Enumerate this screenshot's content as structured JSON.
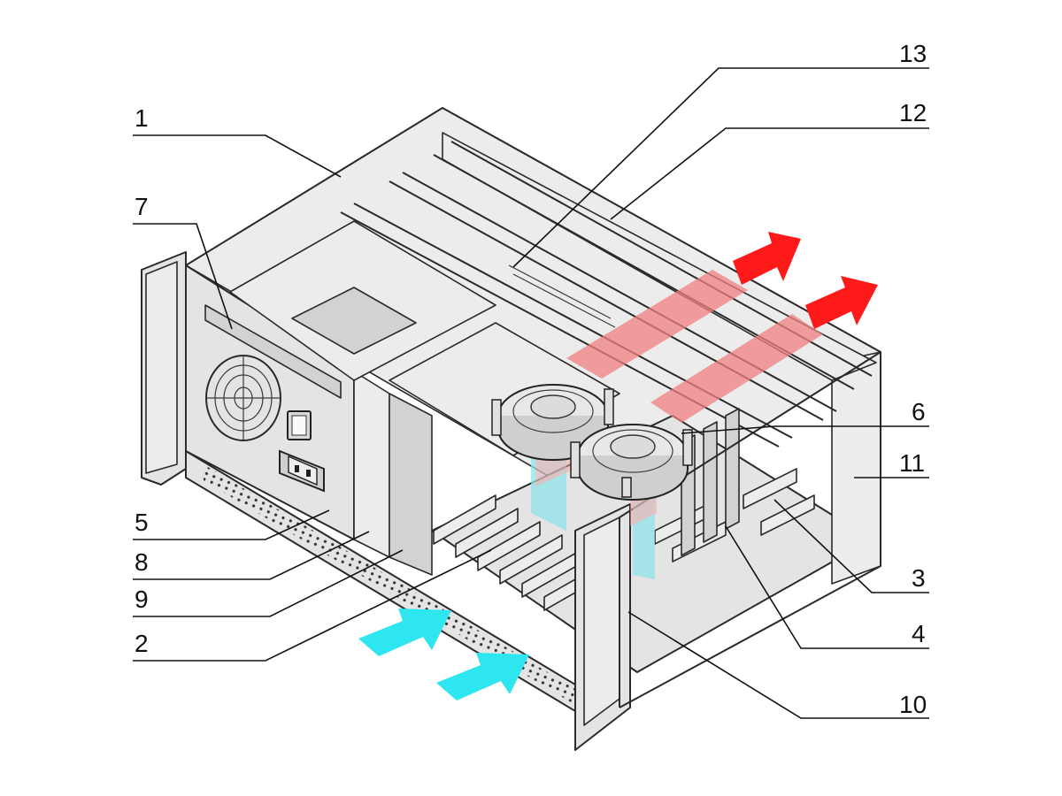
{
  "diagram": {
    "callouts": [
      {
        "id": "c1",
        "label": "1"
      },
      {
        "id": "c2",
        "label": "2"
      },
      {
        "id": "c3",
        "label": "3"
      },
      {
        "id": "c4",
        "label": "4"
      },
      {
        "id": "c5",
        "label": "5"
      },
      {
        "id": "c6",
        "label": "6"
      },
      {
        "id": "c7",
        "label": "7"
      },
      {
        "id": "c8",
        "label": "8"
      },
      {
        "id": "c9",
        "label": "9"
      },
      {
        "id": "c10",
        "label": "10"
      },
      {
        "id": "c11",
        "label": "11"
      },
      {
        "id": "c12",
        "label": "12"
      },
      {
        "id": "c13",
        "label": "13"
      }
    ],
    "colors": {
      "background": "#ffffff",
      "chassis": "#e4e4e4",
      "chassis_dark": "#d2d2d2",
      "outline": "#2a2a2a",
      "hot_air": "#ff1a1a",
      "hot_band": "#f08080",
      "cool_air": "#2ee6f0",
      "cool_band": "#8fe3e8"
    },
    "airflow": {
      "intake_arrow_icon": "cool-air-arrow-icon",
      "exhaust_arrow_icon": "hot-air-arrow-icon"
    }
  }
}
